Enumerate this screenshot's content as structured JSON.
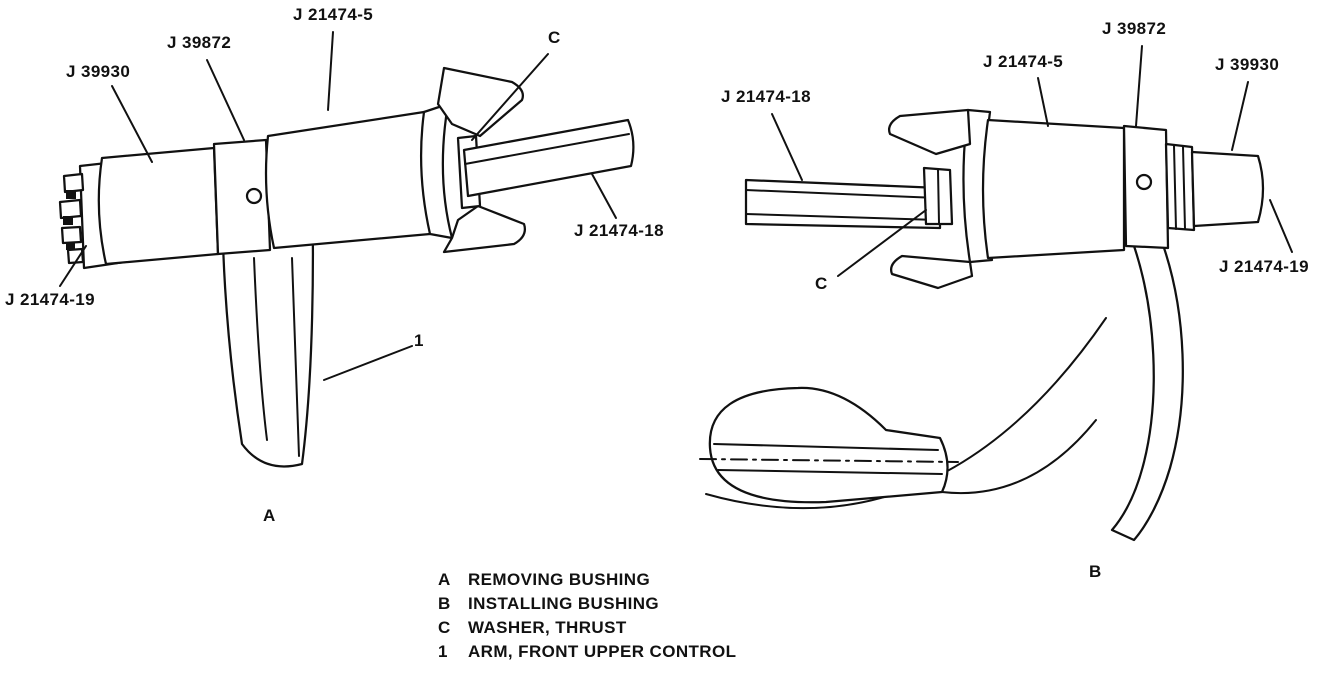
{
  "colors": {
    "ink": "#111111",
    "background": "#ffffff"
  },
  "viewA": {
    "j39930": "J 39930",
    "j39872": "J 39872",
    "j21474_5": "J 21474-5",
    "c": "C",
    "j21474_18": "J 21474-18",
    "j21474_19": "J 21474-19",
    "arm": "1",
    "view_label": "A"
  },
  "viewB": {
    "j21474_18": "J 21474-18",
    "j21474_5": "J 21474-5",
    "j39872": "J 39872",
    "j39930": "J 39930",
    "j21474_19": "J 21474-19",
    "c": "C",
    "view_label": "B"
  },
  "legend": [
    {
      "key": "A",
      "desc": "REMOVING BUSHING"
    },
    {
      "key": "B",
      "desc": "INSTALLING BUSHING"
    },
    {
      "key": "C",
      "desc": "WASHER, THRUST"
    },
    {
      "key": "1",
      "desc": "ARM, FRONT UPPER CONTROL"
    }
  ]
}
